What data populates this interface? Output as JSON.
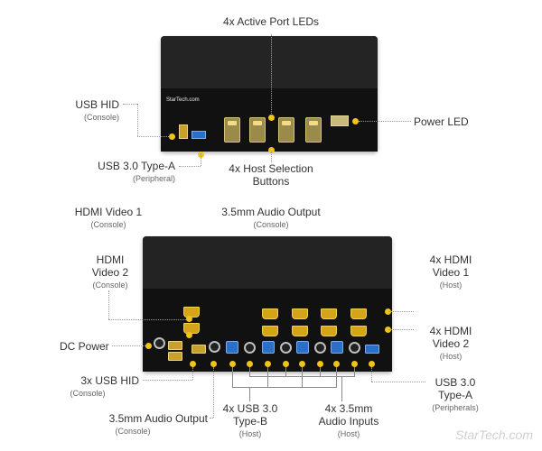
{
  "front": {
    "brand": "StarTech.com",
    "labels": {
      "active_leds": "4x Active Port LEDs",
      "usb_hid": "USB HID",
      "usb_hid_sub": "(Console)",
      "usb3_type_a": "USB 3.0 Type-A",
      "usb3_type_a_sub": "(Peripheral)",
      "power_led": "Power LED",
      "host_selection": "4x Host Selection",
      "host_selection_2": "Buttons"
    }
  },
  "back": {
    "labels": {
      "hdmi_video_1": "HDMI Video 1",
      "hdmi_video_1_sub": "(Console)",
      "audio_output_top": "3.5mm Audio Output",
      "audio_output_top_sub": "(Console)",
      "hdmi_video_2_l1": "HDMI",
      "hdmi_video_2_l2": "Video 2",
      "hdmi_video_2_sub": "(Console)",
      "dc_power": "DC Power",
      "usb_hid_3x": "3x USB HID",
      "usb_hid_3x_sub": "(Console)",
      "audio_output_bottom": "3.5mm Audio Output",
      "audio_output_bottom_sub": "(Console)",
      "usb3_type_b_l1": "4x USB 3.0",
      "usb3_type_b_l2": "Type-B",
      "usb3_type_b_sub": "(Host)",
      "audio_inputs_l1": "4x 3.5mm",
      "audio_inputs_l2": "Audio Inputs",
      "audio_inputs_sub": "(Host)",
      "hdmi_host_1_l1": "4x HDMI",
      "hdmi_host_1_l2": "Video 1",
      "hdmi_host_1_sub": "(Host)",
      "hdmi_host_2_l1": "4x HDMI",
      "hdmi_host_2_l2": "Video 2",
      "hdmi_host_2_sub": "(Host)",
      "usb3_periph_l1": "USB 3.0",
      "usb3_periph_l2": "Type-A",
      "usb3_periph_sub": "(Peripherals)"
    }
  },
  "watermark": "StarTech.com",
  "colors": {
    "port_led": "#f0c419",
    "hdmi_port": "#d4a419",
    "usb_b_port": "#2a6fc9"
  }
}
